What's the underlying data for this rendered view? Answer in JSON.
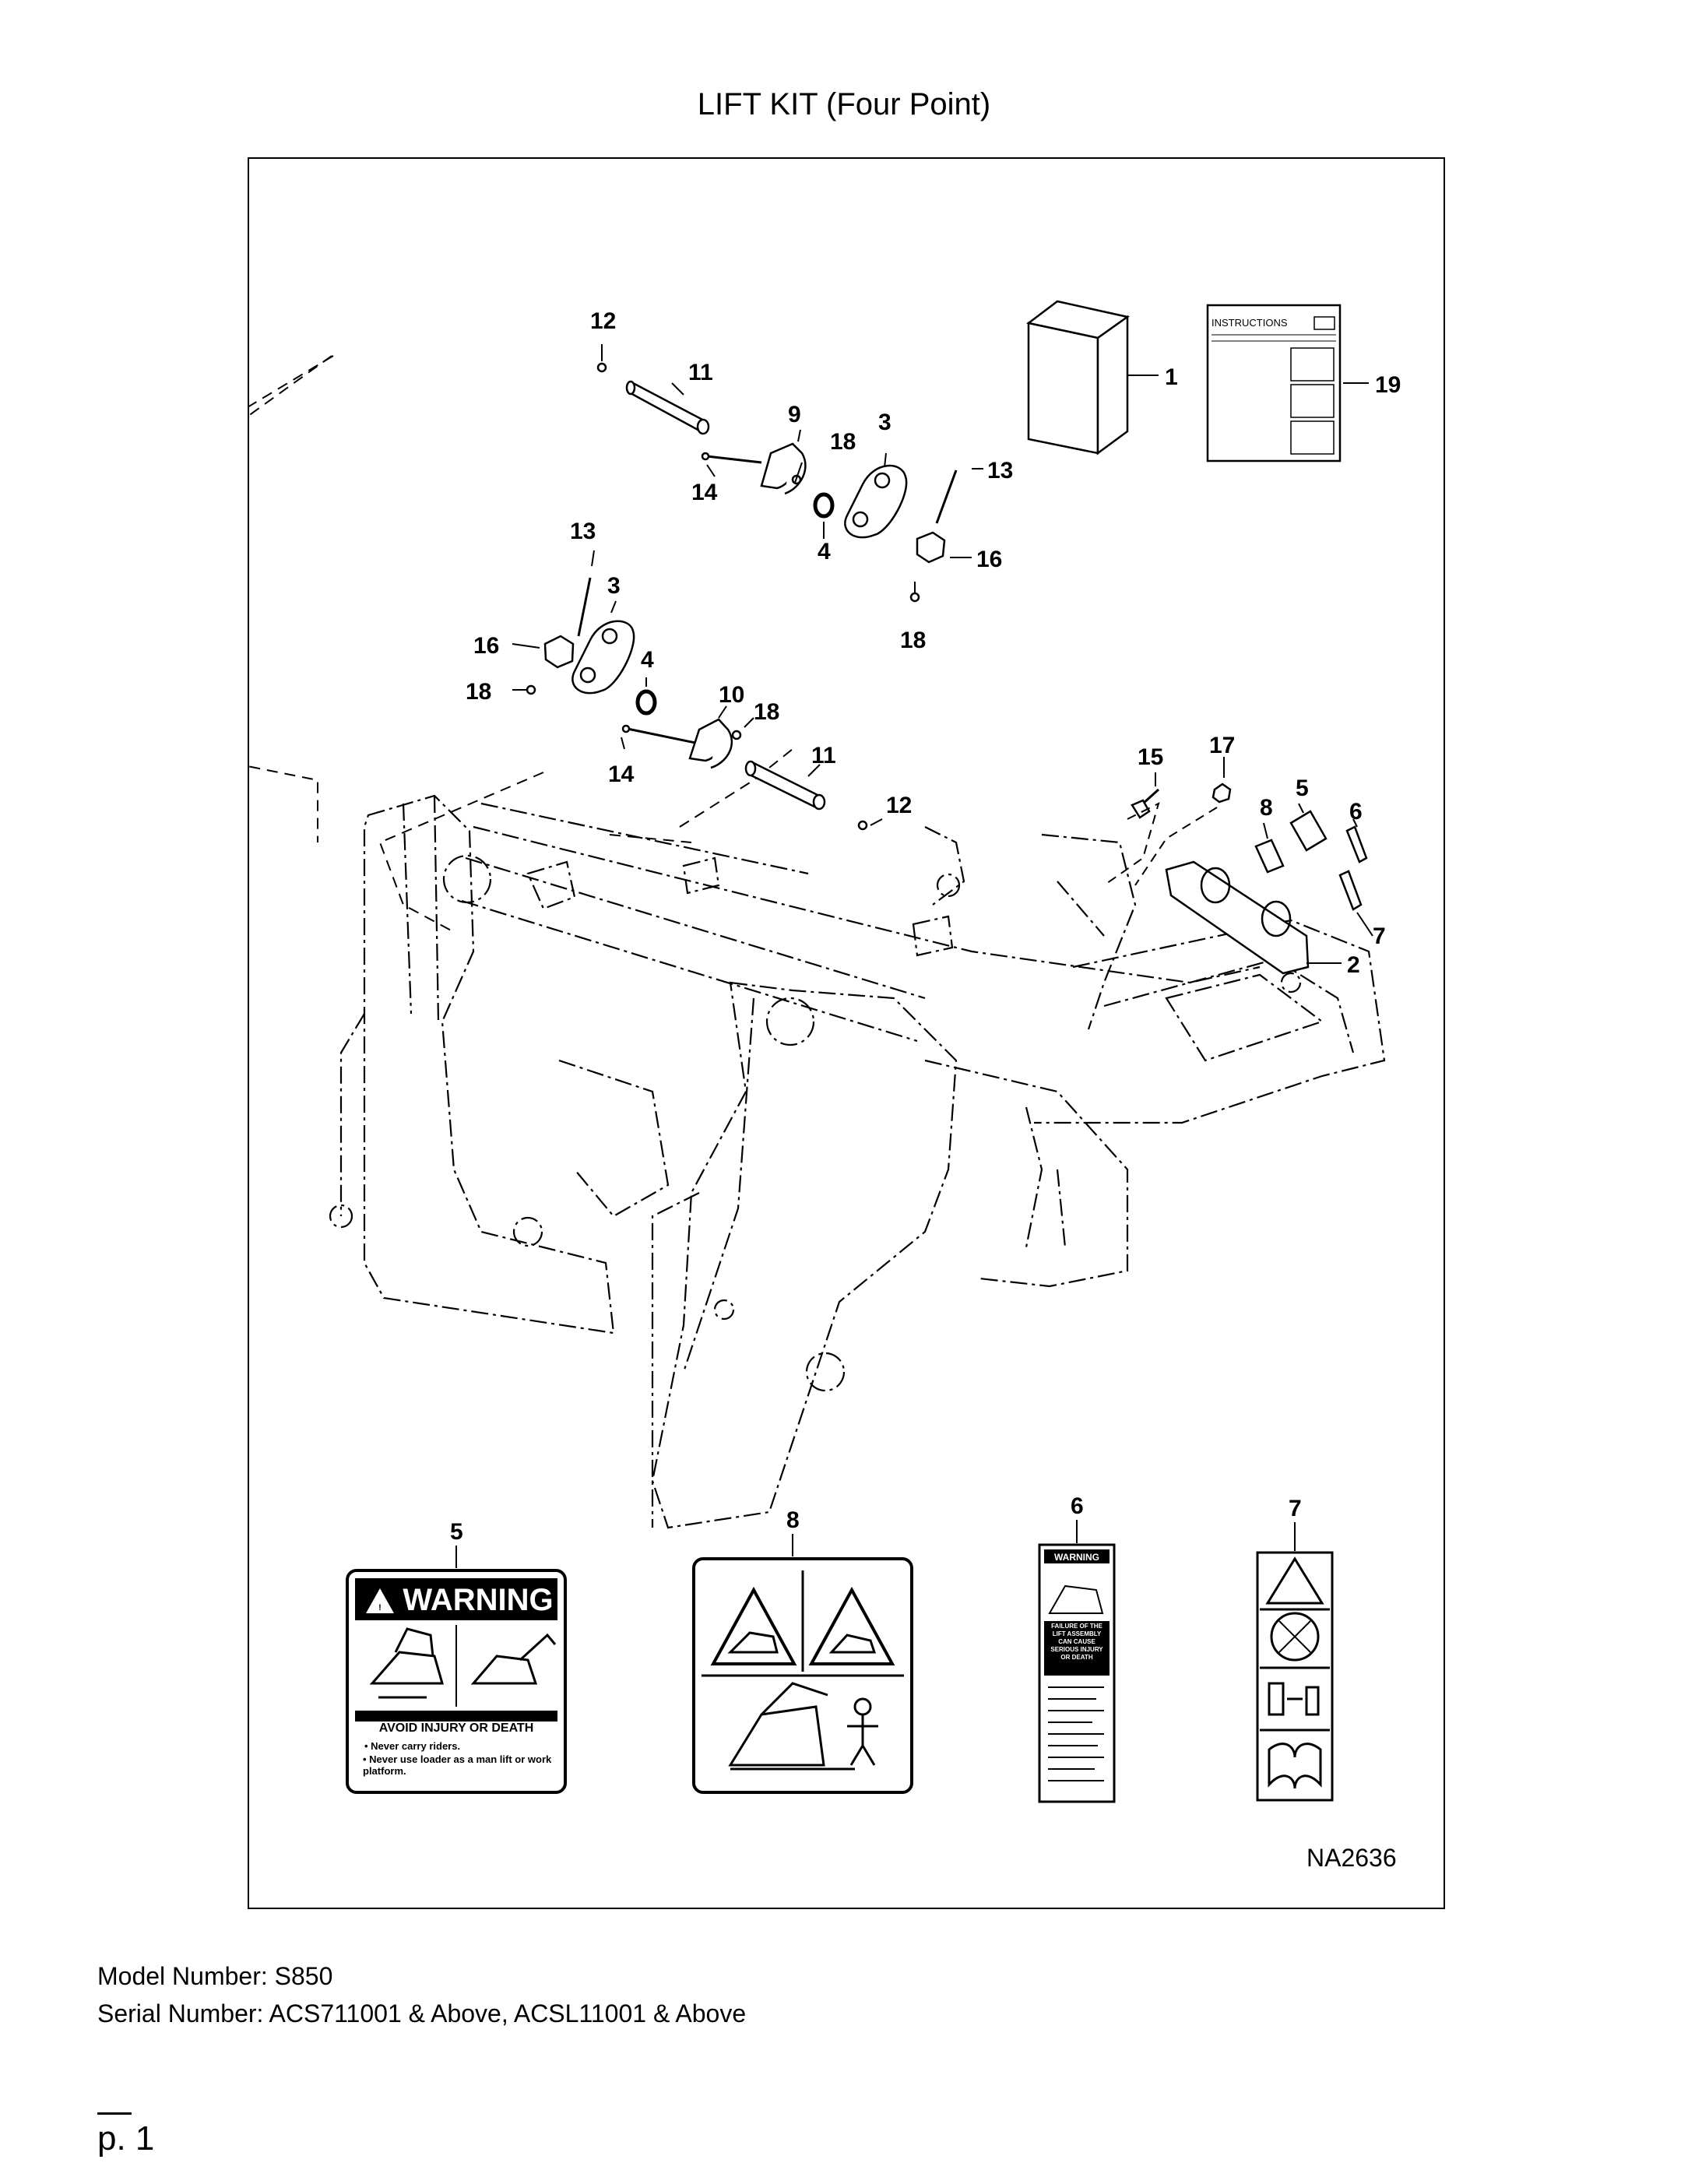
{
  "title": "LIFT KIT (Four Point)",
  "drawing_id": "NA2636",
  "callouts": {
    "c1": "1",
    "c19": "19",
    "c12a": "12",
    "c11a": "11",
    "c9": "9",
    "c18a": "18",
    "c3a": "3",
    "c13a": "13",
    "c14a": "14",
    "c4a": "4",
    "c16a": "16",
    "c18b": "18",
    "c13b": "13",
    "c3b": "3",
    "c16b": "16",
    "c4b": "4",
    "c18c": "18",
    "c10": "10",
    "c18d": "18",
    "c14b": "14",
    "c11b": "11",
    "c12b": "12",
    "c15": "15",
    "c17": "17",
    "c8": "8",
    "c5": "5",
    "c6": "6",
    "c7": "7",
    "c2": "2"
  },
  "instructions_sheet": {
    "label": "INSTRUCTIONS"
  },
  "decals": {
    "d5": {
      "callout": "5",
      "heading": "WARNING",
      "subheading": "AVOID INJURY OR DEATH",
      "bullets": [
        "Never carry riders.",
        "Never use loader as a man lift or work platform."
      ]
    },
    "d8": {
      "callout": "8"
    },
    "d6": {
      "callout": "6",
      "heading": "WARNING",
      "text": "FAILURE OF THE LIFT ASSEMBLY CAN CAUSE SERIOUS INJURY OR DEATH"
    },
    "d7": {
      "callout": "7"
    }
  },
  "model_number": "Model Number: S850",
  "serial_number": "Serial Number: ACS711001 & Above, ACSL11001 & Above",
  "page_number": "p. 1"
}
